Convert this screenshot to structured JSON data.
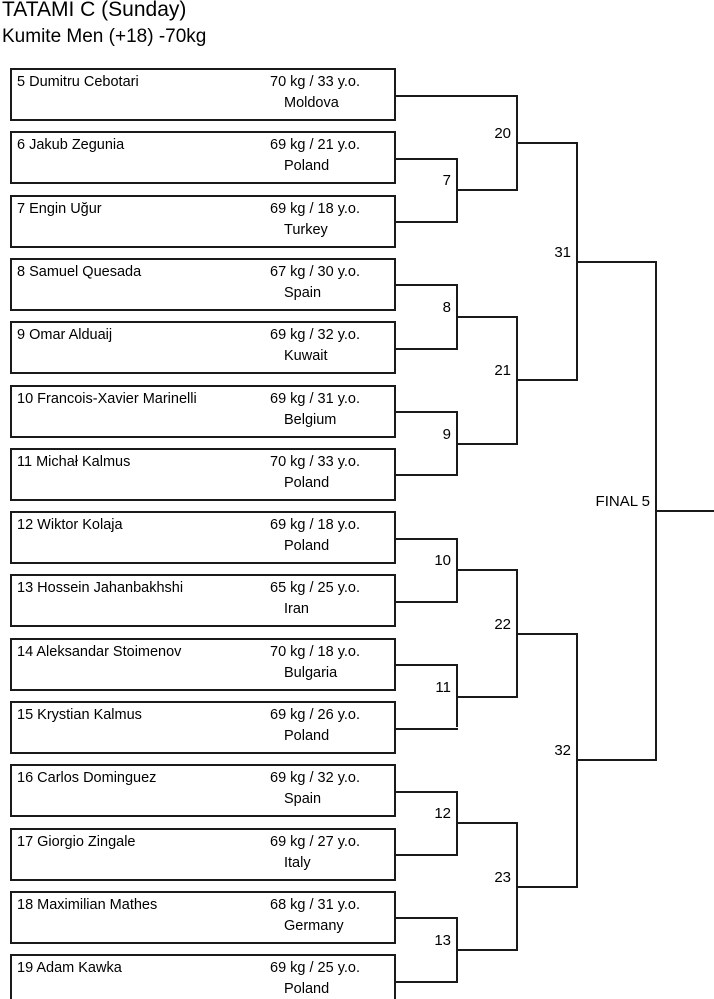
{
  "header": {
    "tatami": "TATAMI C (Sunday)",
    "category": "Kumite Men (+18) -70kg"
  },
  "competitors": [
    {
      "seed": "5",
      "name": "5 Dumitru Cebotari",
      "stats": "70 kg / 33 y.o.",
      "country": "Moldova"
    },
    {
      "seed": "6",
      "name": "6 Jakub Zegunia",
      "stats": "69 kg / 21 y.o.",
      "country": "Poland"
    },
    {
      "seed": "7",
      "name": "7 Engin Uğur",
      "stats": "69 kg / 18 y.o.",
      "country": "Turkey"
    },
    {
      "seed": "8",
      "name": "8 Samuel Quesada",
      "stats": "67 kg / 30 y.o.",
      "country": "Spain"
    },
    {
      "seed": "9",
      "name": "9 Omar Alduaij",
      "stats": "69 kg / 32 y.o.",
      "country": "Kuwait"
    },
    {
      "seed": "10",
      "name": "10 Francois-Xavier Marinelli",
      "stats": "69 kg / 31 y.o.",
      "country": "Belgium"
    },
    {
      "seed": "11",
      "name": "11 Michał Kalmus",
      "stats": "70 kg / 33 y.o.",
      "country": "Poland"
    },
    {
      "seed": "12",
      "name": "12 Wiktor Kolaja",
      "stats": "69 kg / 18 y.o.",
      "country": "Poland"
    },
    {
      "seed": "13",
      "name": "13 Hossein Jahanbakhshi",
      "stats": "65 kg / 25 y.o.",
      "country": "Iran"
    },
    {
      "seed": "14",
      "name": "14 Aleksandar Stoimenov",
      "stats": "70 kg / 18 y.o.",
      "country": "Bulgaria"
    },
    {
      "seed": "15",
      "name": "15 Krystian Kalmus",
      "stats": "69 kg / 26 y.o.",
      "country": "Poland"
    },
    {
      "seed": "16",
      "name": "16 Carlos Dominguez",
      "stats": "69 kg / 32 y.o.",
      "country": "Spain"
    },
    {
      "seed": "17",
      "name": "17 Giorgio Zingale",
      "stats": "69 kg / 27 y.o.",
      "country": "Italy"
    },
    {
      "seed": "18",
      "name": "18 Maximilian Mathes",
      "stats": "68 kg / 31 y.o.",
      "country": "Germany"
    },
    {
      "seed": "19",
      "name": "19 Adam Kawka",
      "stats": "69 kg / 25 y.o.",
      "country": "Poland"
    }
  ],
  "matches": {
    "round1": [
      {
        "id": "7",
        "label": "7"
      },
      {
        "id": "8",
        "label": "8"
      },
      {
        "id": "9",
        "label": "9"
      },
      {
        "id": "10",
        "label": "10"
      },
      {
        "id": "11",
        "label": "11"
      },
      {
        "id": "12",
        "label": "12"
      },
      {
        "id": "13",
        "label": "13"
      }
    ],
    "round2": [
      {
        "id": "20",
        "label": "20"
      },
      {
        "id": "21",
        "label": "21"
      },
      {
        "id": "22",
        "label": "22"
      },
      {
        "id": "23",
        "label": "23"
      }
    ],
    "round3": [
      {
        "id": "31",
        "label": "31"
      },
      {
        "id": "32",
        "label": "32"
      }
    ],
    "final": {
      "id": "final-5",
      "label": "FINAL 5"
    }
  },
  "colors": {
    "line": "#1a1a1a",
    "background": "#ffffff",
    "text": "#000000"
  }
}
